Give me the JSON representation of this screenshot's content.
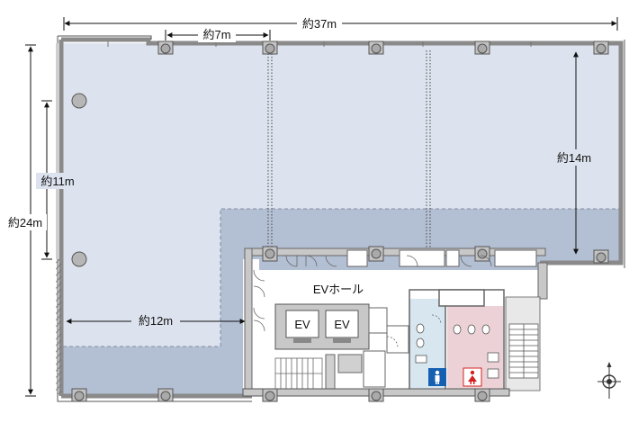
{
  "dimensions": {
    "total_width": "約37m",
    "bay_width": "約7m",
    "depth_front": "約14m",
    "depth_core": "約11m",
    "total_depth": "約24m",
    "core_offset": "約12m"
  },
  "rooms": {
    "elevator_hall": "EVホール",
    "elevator_1": "EV",
    "elevator_2": "EV"
  },
  "colors": {
    "office_light": "#dde3ee",
    "office_dark": "#b3bfd3",
    "wall": "#9a9a9a",
    "core": "#ffffff",
    "mens_restroom": "#d7e6ef",
    "womens_restroom": "#ecd2d6",
    "mens_sign": "#1560b0",
    "womens_sign": "#d32020"
  },
  "icons": {
    "mens_restroom": "male-restroom-icon",
    "womens_restroom": "female-restroom-icon",
    "north": "compass-icon"
  }
}
